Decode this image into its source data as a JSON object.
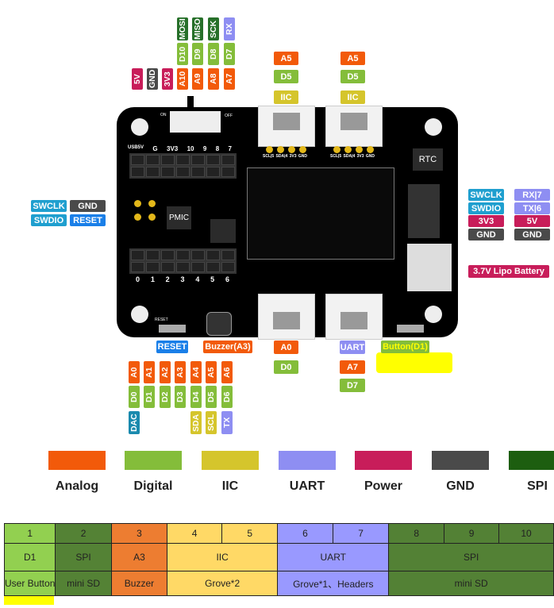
{
  "top_header": {
    "power": [
      "5V",
      "GND",
      "3V3"
    ],
    "analog": [
      "A10",
      "A9",
      "A8",
      "A7"
    ],
    "digital": [
      "D10",
      "D9",
      "D8",
      "D7"
    ],
    "spi": [
      "MOSI",
      "MISO",
      "SCK"
    ],
    "uart": "RX"
  },
  "grove_top": [
    {
      "analog": "A5",
      "digital": "D5",
      "bus": "IIC"
    },
    {
      "analog": "A5",
      "digital": "D5",
      "bus": "IIC"
    }
  ],
  "board": {
    "header_top": [
      "USB5V",
      "G",
      "3V3",
      "10",
      "9",
      "8",
      "7"
    ],
    "header_bottom": [
      "0",
      "1",
      "2",
      "3",
      "4",
      "5",
      "6"
    ],
    "pmic": "PMIC",
    "rtc": "RTC",
    "switch_on": "ON",
    "switch_off": "OFF",
    "reset_silk": "RESET",
    "grove_silk": [
      "SCL|5",
      "SDA|4",
      "3V3",
      "GND"
    ]
  },
  "left_debug": {
    "swclk": "SWCLK",
    "gnd": "GND",
    "swdio": "SWDIO",
    "reset": "RESET"
  },
  "right_debug": {
    "swclk": "SWCLK",
    "rx": "RX|7",
    "swdio": "SWDIO",
    "tx": "TX|6",
    "v33": "3V3",
    "v5": "5V",
    "gnd1": "GND",
    "gnd2": "GND",
    "battery": "3.7V Lipo Battery"
  },
  "bottom_callouts": {
    "reset": "RESET",
    "buzzer": "Buzzer(A3)",
    "a0": "A0",
    "d0": "D0",
    "uart": "UART",
    "a7": "A7",
    "d7": "D7",
    "button": "Button(D1)"
  },
  "bottom_header": {
    "analog": [
      "A0",
      "A1",
      "A2",
      "A3",
      "A4",
      "A5",
      "A6"
    ],
    "digital": [
      "D0",
      "D1",
      "D2",
      "D3",
      "D4",
      "D5",
      "D6"
    ],
    "dac": "DAC",
    "sda": "SDA",
    "scl": "SCL",
    "tx": "TX"
  },
  "legend": [
    {
      "label": "Analog",
      "color": "#f25a0a"
    },
    {
      "label": "Digital",
      "color": "#84bd3a"
    },
    {
      "label": "IIC",
      "color": "#d5c52c"
    },
    {
      "label": "UART",
      "color": "#8e8ef2"
    },
    {
      "label": "Power",
      "color": "#c81d5a"
    },
    {
      "label": "GND",
      "color": "#4a4a4a"
    },
    {
      "label": "SPI",
      "color": "#1d5e10"
    }
  ],
  "table": {
    "numbers": [
      "1",
      "2",
      "3",
      "4",
      "5",
      "6",
      "7",
      "8",
      "9",
      "10"
    ],
    "functions": [
      {
        "label": "D1",
        "color": "#92d050"
      },
      {
        "label": "SPI",
        "color": "#548235"
      },
      {
        "label": "A3",
        "color": "#ed7d31"
      },
      {
        "label": "IIC",
        "color": "#ffd966"
      },
      {
        "label": "UART",
        "color": "#9999ff"
      },
      {
        "label": "SPI",
        "color": "#538135"
      }
    ],
    "uses": [
      "User Button",
      "mini SD",
      "Buzzer",
      "Grove*2",
      "Grove*1、Headers",
      "mini SD"
    ]
  }
}
